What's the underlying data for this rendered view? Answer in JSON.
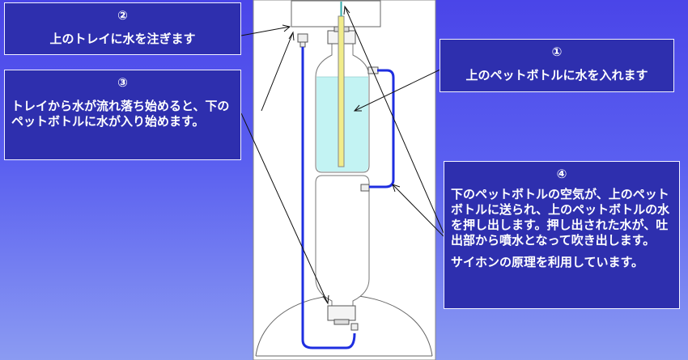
{
  "boxes": {
    "step2": {
      "number": "②",
      "text": "上のトレイに水を注ぎます"
    },
    "step3": {
      "number": "③",
      "text": "トレイから水が流れ落ち始めると、下のペットボトルに水が入り始めます。"
    },
    "step1": {
      "number": "①",
      "text": "上のペットボトルに水を入れます"
    },
    "step4": {
      "number": "④",
      "text": "下のペットボトルの空気が、上のペットボトルに送られ、上のペットボトルの水を押し出します。押し出された水が、吐出部から噴水となって吹き出します。",
      "note": "サイホンの原理を利用しています。"
    }
  },
  "colors": {
    "background_top": "#4a45e8",
    "box_fill": "#2e2fae",
    "water": "#c3f3f3",
    "tube": "#1e2ee0"
  }
}
